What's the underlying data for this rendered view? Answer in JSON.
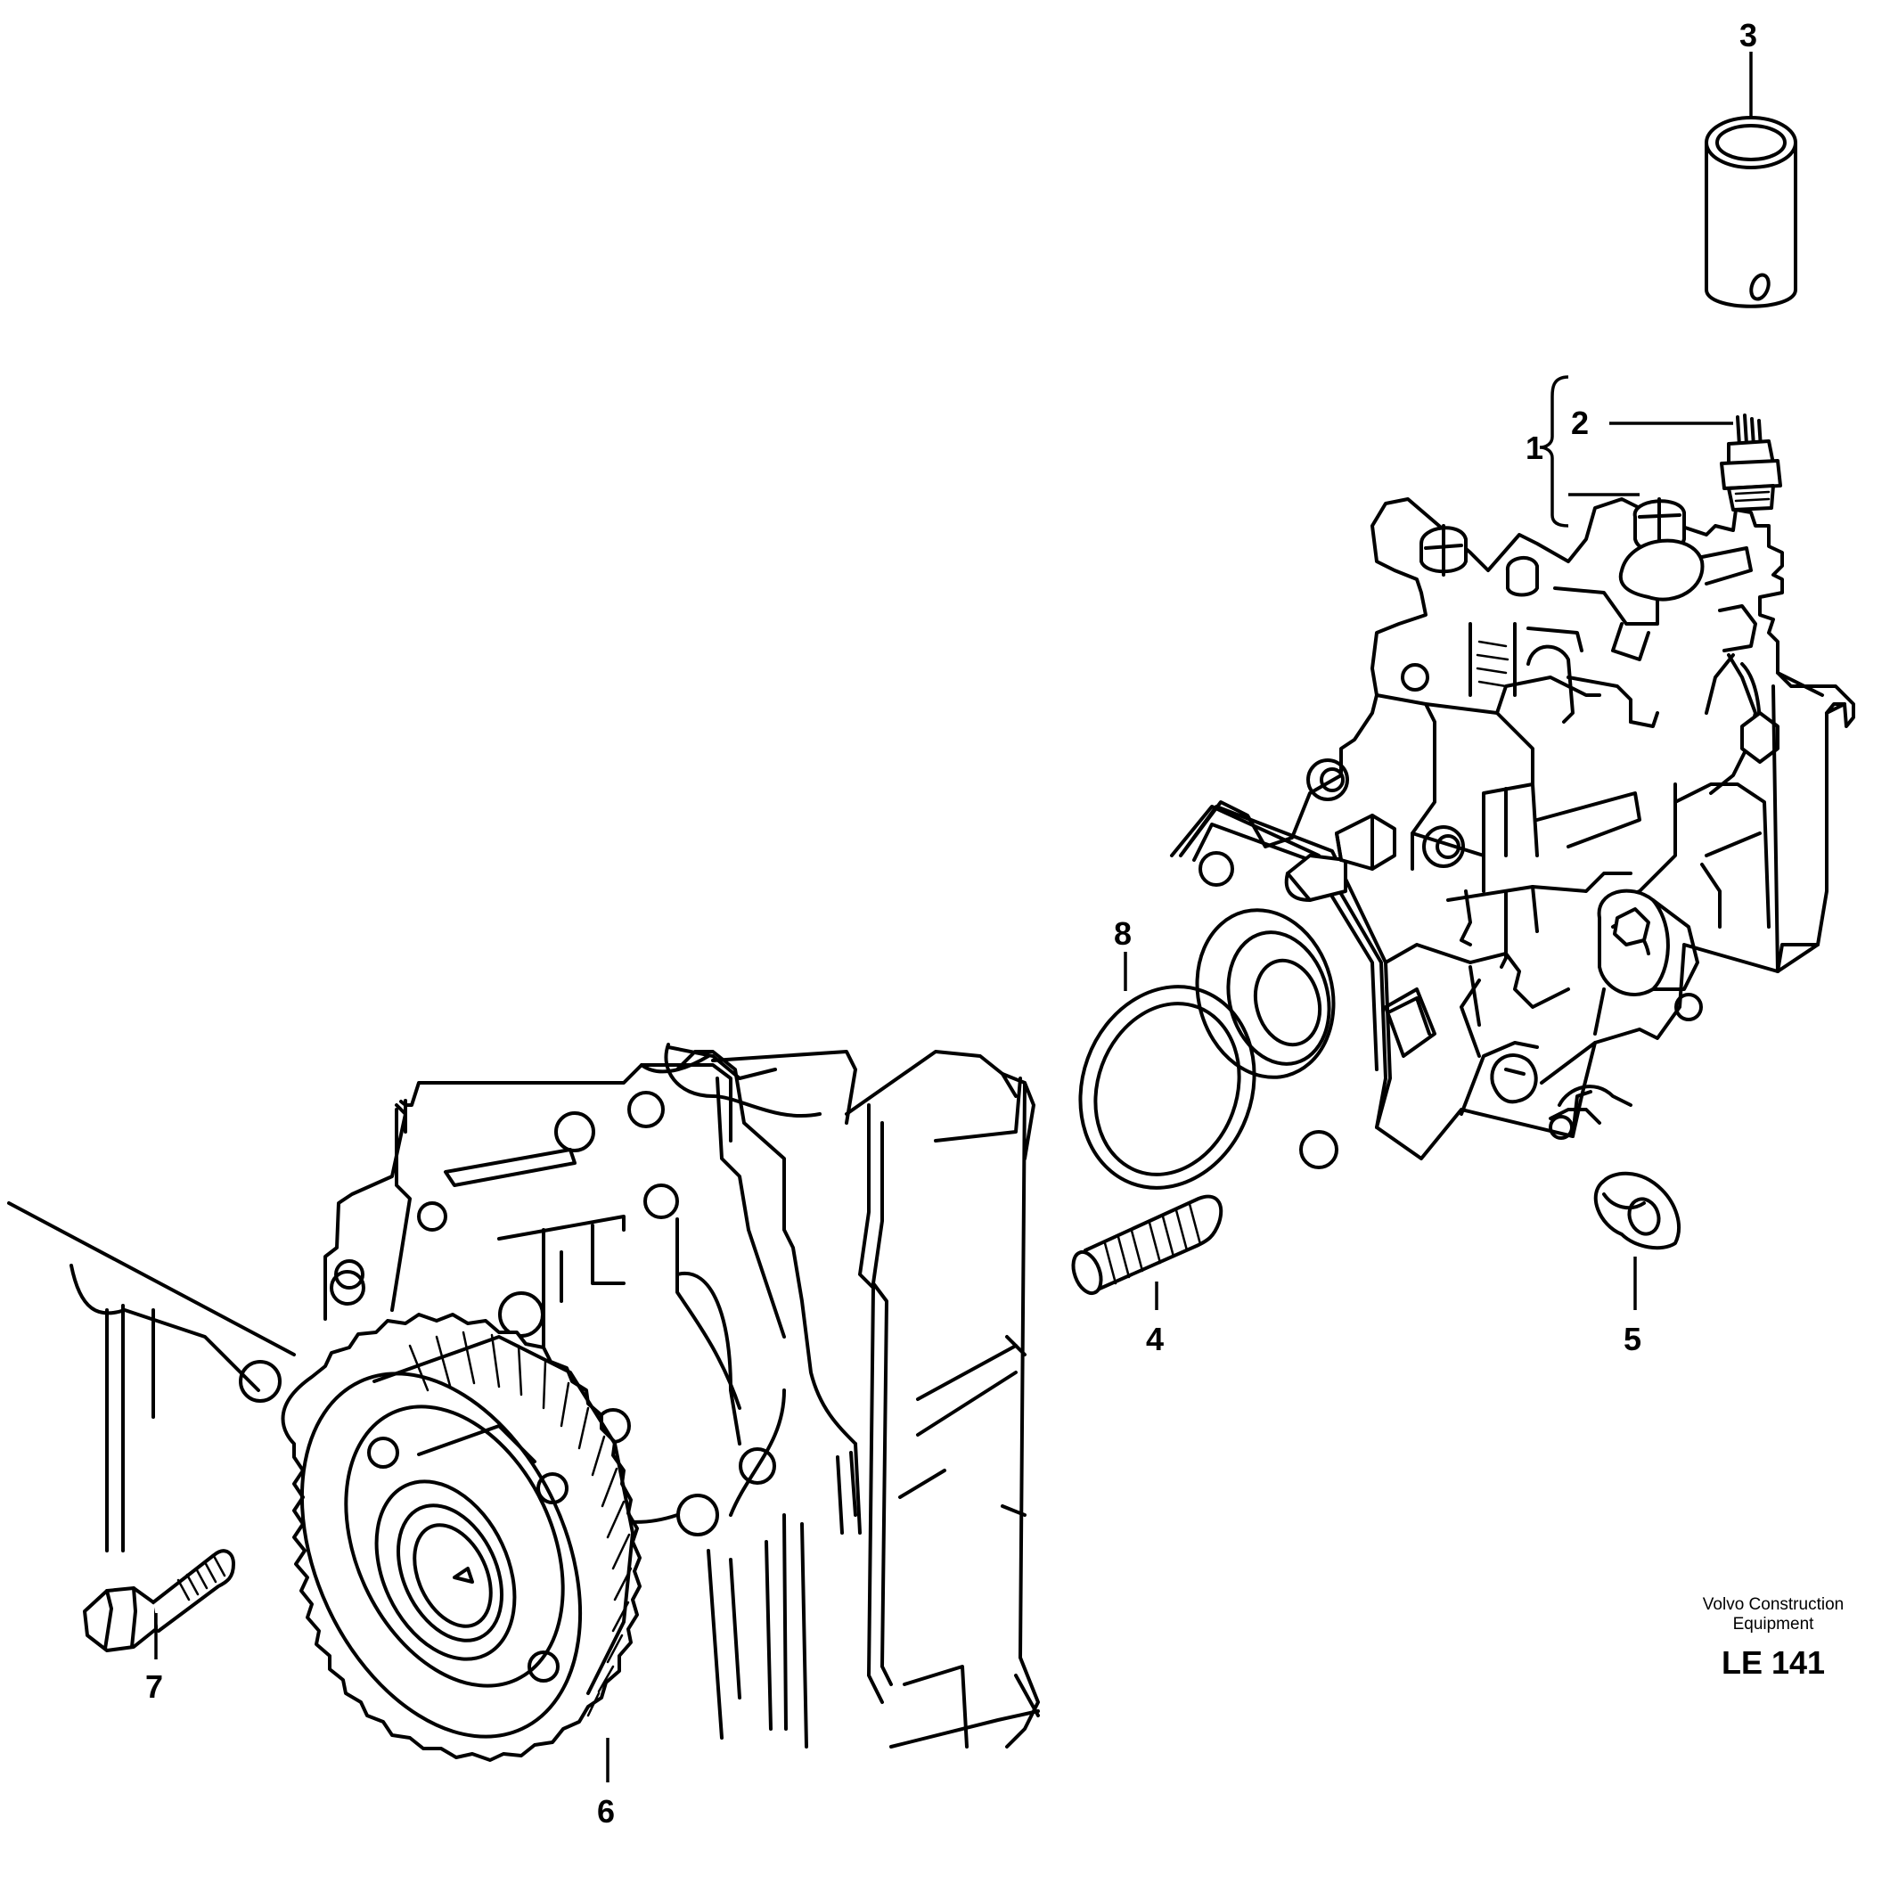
{
  "callouts": [
    {
      "id": "1",
      "label": "1"
    },
    {
      "id": "2",
      "label": "2"
    },
    {
      "id": "3",
      "label": "3"
    },
    {
      "id": "4",
      "label": "4"
    },
    {
      "id": "5",
      "label": "5"
    },
    {
      "id": "6",
      "label": "6"
    },
    {
      "id": "7",
      "label": "7"
    },
    {
      "id": "8",
      "label": "8"
    }
  ],
  "footer": {
    "brand_line1": "Volvo Construction",
    "brand_line2": "Equipment",
    "code": "LE 141"
  }
}
